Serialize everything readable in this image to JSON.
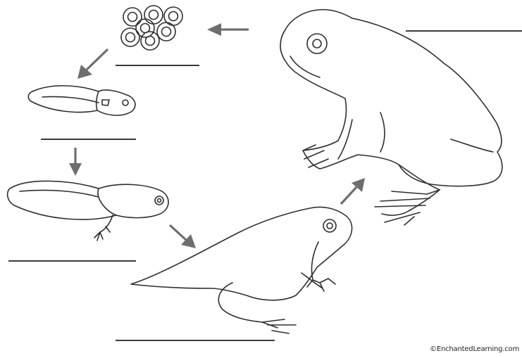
{
  "diagram": {
    "stages": [
      {
        "id": "adult-frog",
        "name": "adult frog",
        "label": ""
      },
      {
        "id": "eggs",
        "name": "eggs",
        "label": ""
      },
      {
        "id": "tadpole",
        "name": "tadpole",
        "label": ""
      },
      {
        "id": "tadpole-with-legs",
        "name": "tadpole with legs",
        "label": ""
      },
      {
        "id": "froglet",
        "name": "froglet",
        "label": ""
      }
    ],
    "arrows": [
      {
        "from": "adult-frog",
        "to": "eggs"
      },
      {
        "from": "eggs",
        "to": "tadpole"
      },
      {
        "from": "tadpole",
        "to": "tadpole-with-legs"
      },
      {
        "from": "tadpole-with-legs",
        "to": "froglet"
      },
      {
        "from": "froglet",
        "to": "adult-frog"
      }
    ]
  },
  "colors": {
    "ink": "#2e2e2e",
    "arrow": "#6e6e6e",
    "background": "#ffffff"
  },
  "credit": "©EnchantedLearning.com"
}
